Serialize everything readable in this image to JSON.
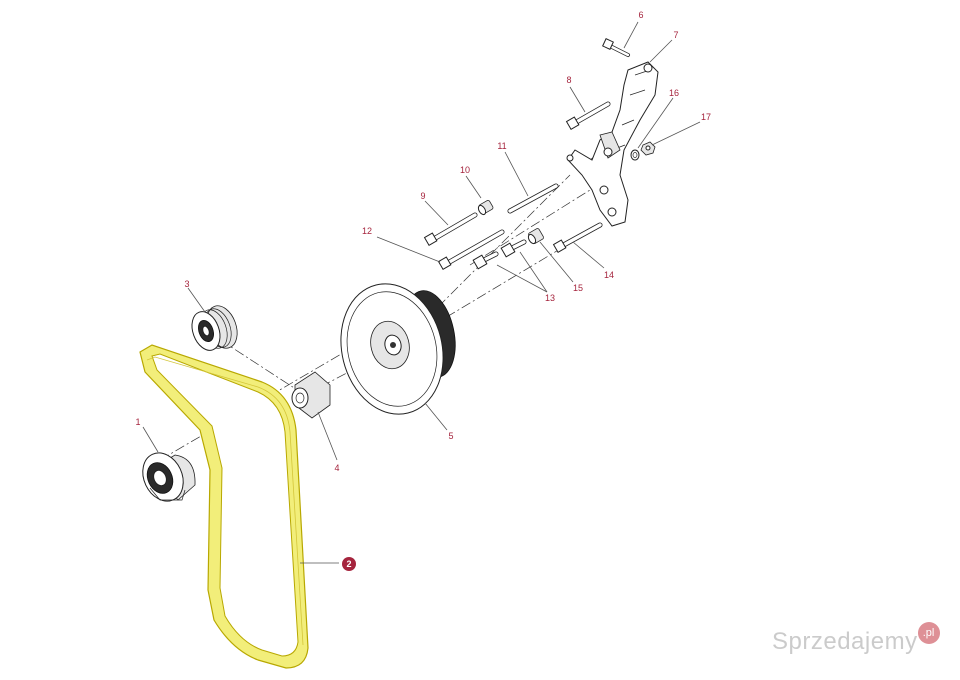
{
  "colors": {
    "label": "#a5243d",
    "highlight_badge": "#a5243d",
    "belt_fill": "#f2ee7a",
    "belt_stroke": "#b8a800"
  },
  "callouts": [
    {
      "id": "callout-1",
      "text": "1"
    },
    {
      "id": "callout-2",
      "text": "2",
      "highlighted": true
    },
    {
      "id": "callout-3",
      "text": "3"
    },
    {
      "id": "callout-4",
      "text": "4"
    },
    {
      "id": "callout-5",
      "text": "5"
    },
    {
      "id": "callout-6",
      "text": "6"
    },
    {
      "id": "callout-7",
      "text": "7"
    },
    {
      "id": "callout-8",
      "text": "8"
    },
    {
      "id": "callout-9",
      "text": "9"
    },
    {
      "id": "callout-10",
      "text": "10"
    },
    {
      "id": "callout-11",
      "text": "11"
    },
    {
      "id": "callout-12",
      "text": "12"
    },
    {
      "id": "callout-13",
      "text": "13"
    },
    {
      "id": "callout-14",
      "text": "14"
    },
    {
      "id": "callout-15",
      "text": "15"
    },
    {
      "id": "callout-16",
      "text": "16"
    },
    {
      "id": "callout-17",
      "text": "17"
    }
  ],
  "watermark": {
    "text": "Sprzedajemy",
    "badge": ".pl"
  }
}
